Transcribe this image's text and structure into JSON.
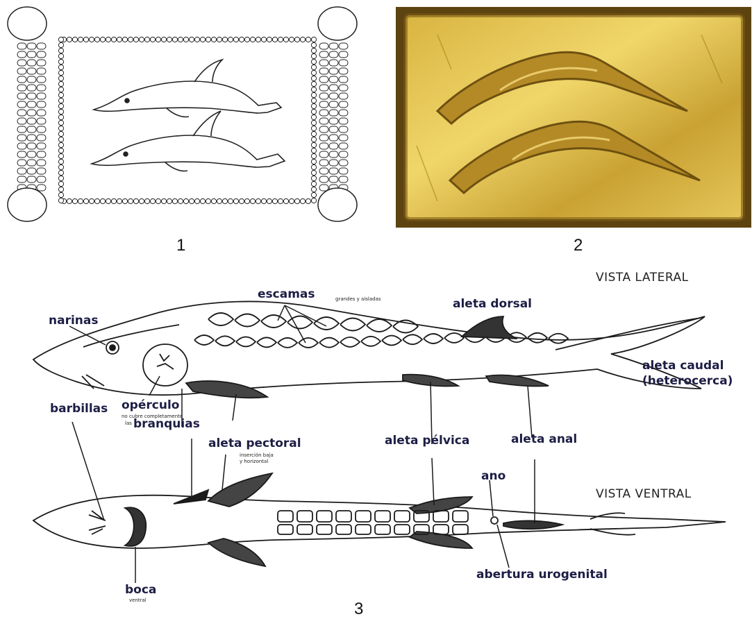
{
  "panels": {
    "one": "1",
    "two": "2",
    "three": "3"
  },
  "views": {
    "lateral": "VISTA LATERAL",
    "ventral": "VISTA VENTRAL"
  },
  "labels": {
    "narinas": "narinas",
    "escamas": "escamas",
    "escamas_sub": "grandes y aisladas",
    "aleta_dorsal": "aleta dorsal",
    "aleta_caudal": "aleta caudal",
    "aleta_caudal_sub": "(heterocerca)",
    "barbillas": "barbillas",
    "operculo": "opérculo",
    "operculo_sub1": "no cubre completamente",
    "operculo_sub2": "las",
    "branquias": "branquias",
    "aleta_pectoral": "aleta pectoral",
    "aleta_pectoral_sub1": "inserción baja",
    "aleta_pectoral_sub2": "y horizontal",
    "aleta_pelvica": "aleta pélvica",
    "aleta_anal": "aleta anal",
    "ano": "ano",
    "abertura_urogenital": "abertura urogenital",
    "boca": "boca",
    "boca_sub": "ventral"
  },
  "colors": {
    "gold_light": "#e8c95a",
    "gold_dark": "#8a6a1a",
    "label": "#1d1d45"
  }
}
